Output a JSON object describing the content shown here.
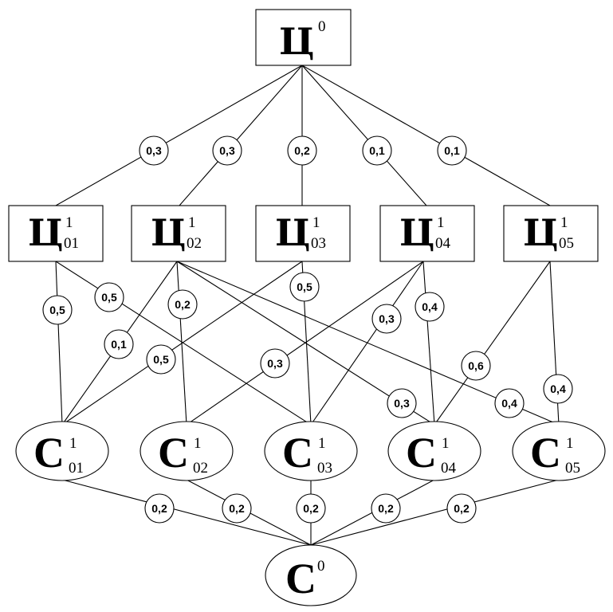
{
  "goal_top": {
    "letter": "Ц",
    "sup": "0"
  },
  "goals": [
    {
      "letter": "Ц",
      "sup": "1",
      "sub": "01"
    },
    {
      "letter": "Ц",
      "sup": "1",
      "sub": "02"
    },
    {
      "letter": "Ц",
      "sup": "1",
      "sub": "03"
    },
    {
      "letter": "Ц",
      "sup": "1",
      "sub": "04"
    },
    {
      "letter": "Ц",
      "sup": "1",
      "sub": "05"
    }
  ],
  "strategies": [
    {
      "letter": "С",
      "sup": "1",
      "sub": "01"
    },
    {
      "letter": "С",
      "sup": "1",
      "sub": "02"
    },
    {
      "letter": "С",
      "sup": "1",
      "sub": "03"
    },
    {
      "letter": "С",
      "sup": "1",
      "sub": "04"
    },
    {
      "letter": "С",
      "sup": "1",
      "sub": "05"
    }
  ],
  "strategy_bottom": {
    "letter": "С",
    "sup": "0"
  },
  "top_edge_weights": [
    "0,3",
    "0,3",
    "0,2",
    "0,1",
    "0,1"
  ],
  "mid_edges": [
    {
      "from": 0,
      "to": 0,
      "weight": "0,5"
    },
    {
      "from": 0,
      "to": 2,
      "weight": "0,5"
    },
    {
      "from": 1,
      "to": 0,
      "weight": "0,1"
    },
    {
      "from": 1,
      "to": 1,
      "weight": "0,2"
    },
    {
      "from": 1,
      "to": 3,
      "weight": "0,3"
    },
    {
      "from": 1,
      "to": 4,
      "weight": "0,4"
    },
    {
      "from": 2,
      "to": 0,
      "weight": "0,5"
    },
    {
      "from": 2,
      "to": 2,
      "weight": "0,5"
    },
    {
      "from": 3,
      "to": 1,
      "weight": "0,3"
    },
    {
      "from": 3,
      "to": 2,
      "weight": "0,3"
    },
    {
      "from": 3,
      "to": 3,
      "weight": "0,4"
    },
    {
      "from": 4,
      "to": 3,
      "weight": "0,6"
    },
    {
      "from": 4,
      "to": 4,
      "weight": "0,4"
    }
  ],
  "bottom_edge_weights": [
    "0,2",
    "0,2",
    "0,2",
    "0,2",
    "0,2"
  ]
}
